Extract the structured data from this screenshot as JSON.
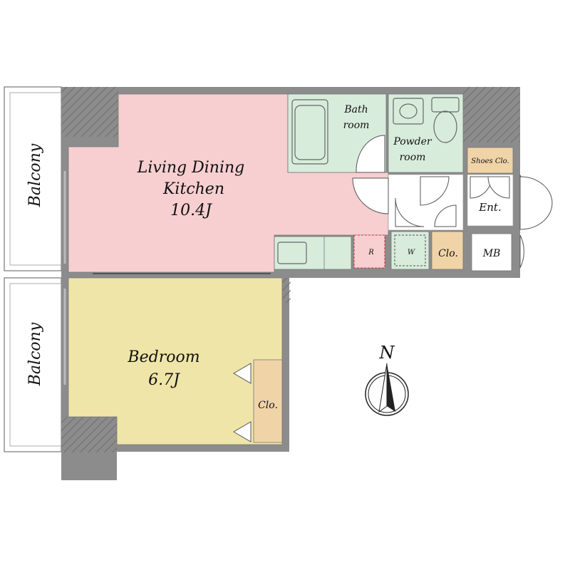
{
  "rooms": {
    "balcony_top": "Balcony",
    "balcony_bottom": "Balcony",
    "ldk_line1": "Living Dining",
    "ldk_line2": "Kitchen",
    "ldk_size": "10.4J",
    "bedroom": "Bedroom",
    "bedroom_size": "6.7J",
    "bath_line1": "Bath",
    "bath_line2": "room",
    "powder_line1": "Powder",
    "powder_line2": "room",
    "shoes_closet": "Shoes Clo.",
    "entrance": "Ent.",
    "meter_box": "MB",
    "closet_hall": "Clo.",
    "closet_bedroom": "Clo.",
    "refrigerator": "R",
    "washer": "W"
  },
  "compass": {
    "label": "N"
  },
  "colors": {
    "ldk": "#f7cfd0",
    "bedroom": "#f0e5a8",
    "wet_area": "#d8ecdc",
    "closet": "#f0d4a8",
    "wall": "#8c8c8c"
  }
}
